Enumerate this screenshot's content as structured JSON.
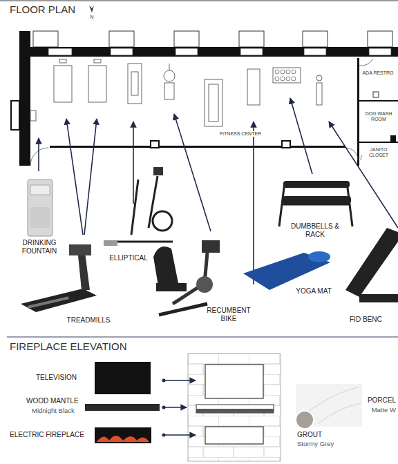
{
  "diagram": {
    "title": "FLOOR PLAN",
    "nodes": [
      {
        "text": [
          "FITNESS CENTER"
        ]
      },
      {
        "text": [
          "ADA RESTRO"
        ]
      },
      {
        "text": [
          "DOG WASH ROOM"
        ]
      },
      {
        "text": [
          "JANITO CLOSET"
        ]
      }
    ],
    "labels": [
      "N",
      "FIREPLACE ELEVATION",
      "DRINKING FOUNTAIN",
      "ELLIPTICAL",
      "TREADMILLS",
      "RECUMBENT BIKE",
      "DUMBBELLS & RACK",
      "YOGA MAT",
      "FID BENC",
      "TELEVISION",
      "WOOD MANTLE",
      "Midnight Black",
      "ELECTRIC FIREPLACE",
      "GROUT",
      "Stormy Grey",
      "PORCEL",
      "Matte W"
    ]
  }
}
